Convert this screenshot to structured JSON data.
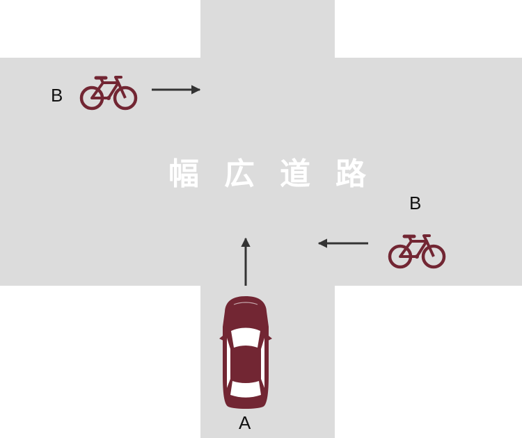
{
  "road": {
    "label": "幅広道路"
  },
  "vehicles": {
    "car": {
      "label": "A"
    },
    "bicycle_left": {
      "label": "B"
    },
    "bicycle_right": {
      "label": "B"
    }
  },
  "colors": {
    "road": "#dcdcdc",
    "vehicle": "#722633",
    "arrow": "#333333",
    "label_on_road": "#ffffff",
    "background": "#ffffff"
  }
}
